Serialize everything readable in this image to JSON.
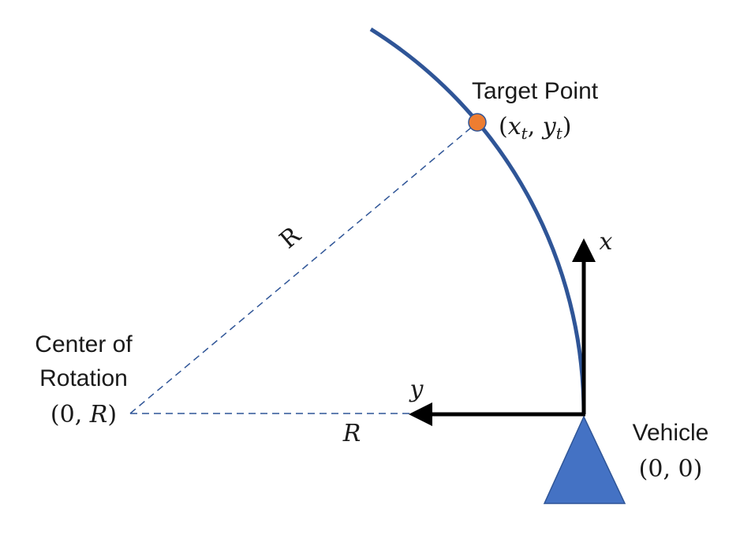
{
  "labels": {
    "target_title": "Target Point",
    "target_coords": {
      "open": "(",
      "x": "x",
      "x_sub": "t",
      "sep": ", ",
      "y": "y",
      "y_sub": "t",
      "close": ")"
    },
    "center_line1": "Center of",
    "center_line2": "Rotation",
    "center_coords": {
      "open": "(0, ",
      "r": "R",
      "close": ")"
    },
    "vehicle_title": "Vehicle",
    "vehicle_coords": "(0, 0)",
    "radius_diagonal": "R",
    "radius_horizontal": "R",
    "axis_x": "x",
    "axis_y": "y"
  },
  "colors": {
    "arc": "#2f5597",
    "dashed": "#2f5597",
    "target_fill": "#ed7d31",
    "target_stroke": "#2f5597",
    "vehicle_fill": "#4472c4",
    "vehicle_stroke": "#2f5597",
    "axes": "#000000"
  }
}
